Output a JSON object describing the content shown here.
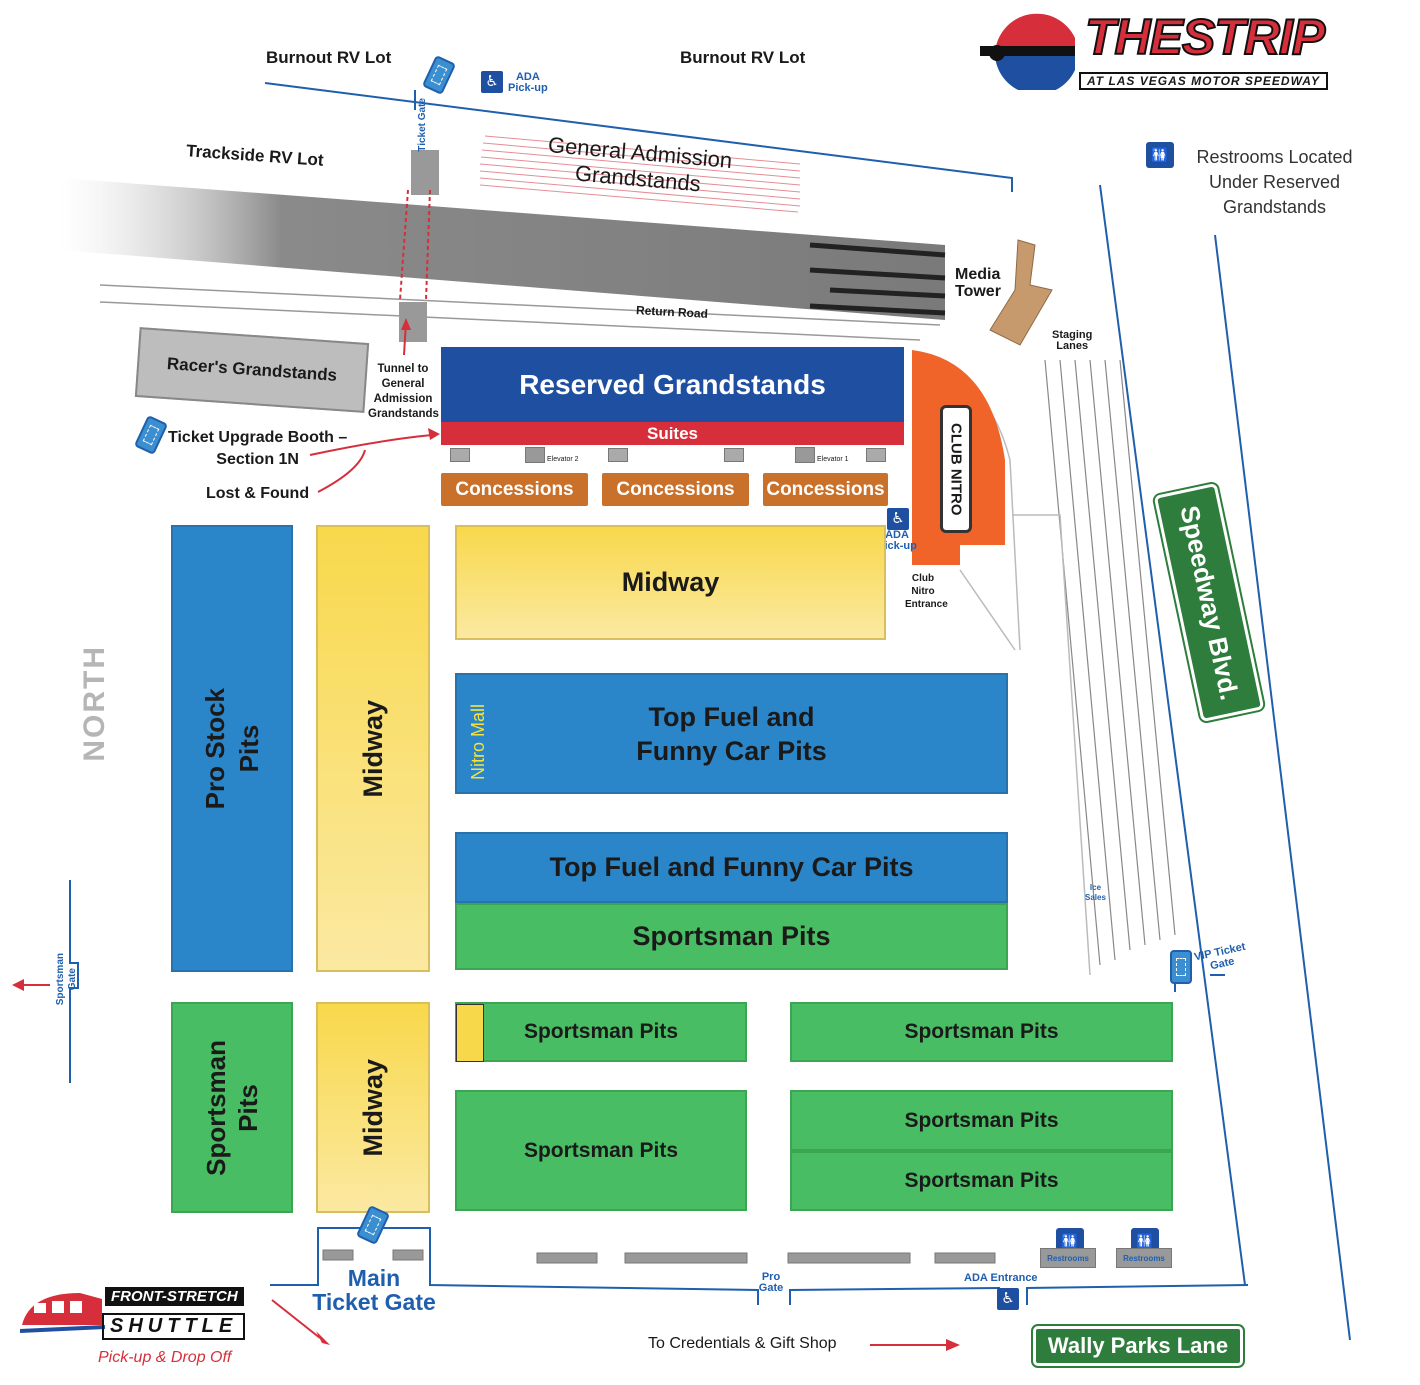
{
  "brand": {
    "name": "THESTRIP",
    "subtitle": "AT LAS VEGAS MOTOR SPEEDWAY"
  },
  "lots": {
    "burnout_left": "Burnout RV Lot",
    "burnout_right": "Burnout RV Lot",
    "trackside": "Trackside RV Lot"
  },
  "gates": {
    "ticket_gate": "Ticket Gate",
    "main_ticket_gate_line1": "Main",
    "main_ticket_gate_line2": "Ticket Gate",
    "pro_gate_line1": "Pro",
    "pro_gate_line2": "Gate",
    "vip_ticket_gate_line1": "VIP Ticket",
    "vip_ticket_gate_line2": "Gate",
    "sportsman_gate_line1": "Sportsman",
    "sportsman_gate_line2": "Gate"
  },
  "ada": {
    "pickup_top_line1": "ADA",
    "pickup_top_line2": "Pick-up",
    "pickup_mid_line1": "ADA",
    "pickup_mid_line2": "Pick-up",
    "entrance": "ADA Entrance"
  },
  "grandstands": {
    "general_admission_line1": "General Admission",
    "general_admission_line2": "Grandstands",
    "racers": "Racer's Grandstands",
    "reserved": "Reserved Grandstands",
    "suites": "Suites",
    "elevator1": "Elevator 1",
    "elevator2": "Elevator 2"
  },
  "track": {
    "return_road": "Return Road",
    "media_tower_line1": "Media",
    "media_tower_line2": "Tower",
    "staging_lanes_line1": "Staging",
    "staging_lanes_line2": "Lanes",
    "ice_sales_line1": "Ice",
    "ice_sales_line2": "Sales"
  },
  "tunnel": {
    "line1": "Tunnel to",
    "line2": "General",
    "line3": "Admission",
    "line4": "Grandstands"
  },
  "services": {
    "ticket_upgrade_line1": "Ticket Upgrade Booth –",
    "ticket_upgrade_line2": "Section 1N",
    "lost_found": "Lost & Found",
    "restrooms_line1": "Restrooms Located",
    "restrooms_line2": "Under Reserved",
    "restrooms_line3": "Grandstands",
    "restrooms_small": "Restrooms",
    "to_credentials": "To Credentials & Gift Shop"
  },
  "concessions": [
    "Concessions",
    "Concessions",
    "Concessions"
  ],
  "club_nitro": {
    "name": "CLUB NITRO",
    "entrance_line1": "Club",
    "entrance_line2": "Nitro",
    "entrance_line3": "Entrance"
  },
  "zones": {
    "midway_top": "Midway",
    "midway_left_upper": "Midway",
    "midway_left_lower": "Midway",
    "pro_stock_line1": "Pro Stock",
    "pro_stock_line2": "Pits",
    "nitro_mall": "Nitro Mall",
    "tf_fc_1_line1": "Top Fuel and",
    "tf_fc_1_line2": "Funny Car Pits",
    "tf_fc_2": "Top Fuel and Funny Car Pits",
    "sportsman_1": "Sportsman Pits",
    "sportsman_left_line1": "Sportsman",
    "sportsman_left_line2": "Pits",
    "sportsman_2": "Sportsman Pits",
    "sportsman_3": "Sportsman Pits",
    "sportsman_4": "Sportsman Pits",
    "sportsman_5": "Sportsman Pits",
    "sportsman_6": "Sportsman Pits"
  },
  "roads": {
    "speedway_blvd": "Speedway Blvd.",
    "wally_parks": "Wally Parks Lane"
  },
  "compass": "NORTH",
  "shuttle": {
    "line1": "FRONT-STRETCH",
    "line2": "SHUTTLE",
    "line3": "Pick-up & Drop Off"
  },
  "colors": {
    "blue_pits": "#2b86c9",
    "green_pits": "#49bd63",
    "midway_yellow": "#f8d84b",
    "reserved_blue": "#1f4fa0",
    "suites_red": "#d62e3b",
    "club_nitro_orange": "#f0642a",
    "concessions_brown": "#c9702b"
  }
}
